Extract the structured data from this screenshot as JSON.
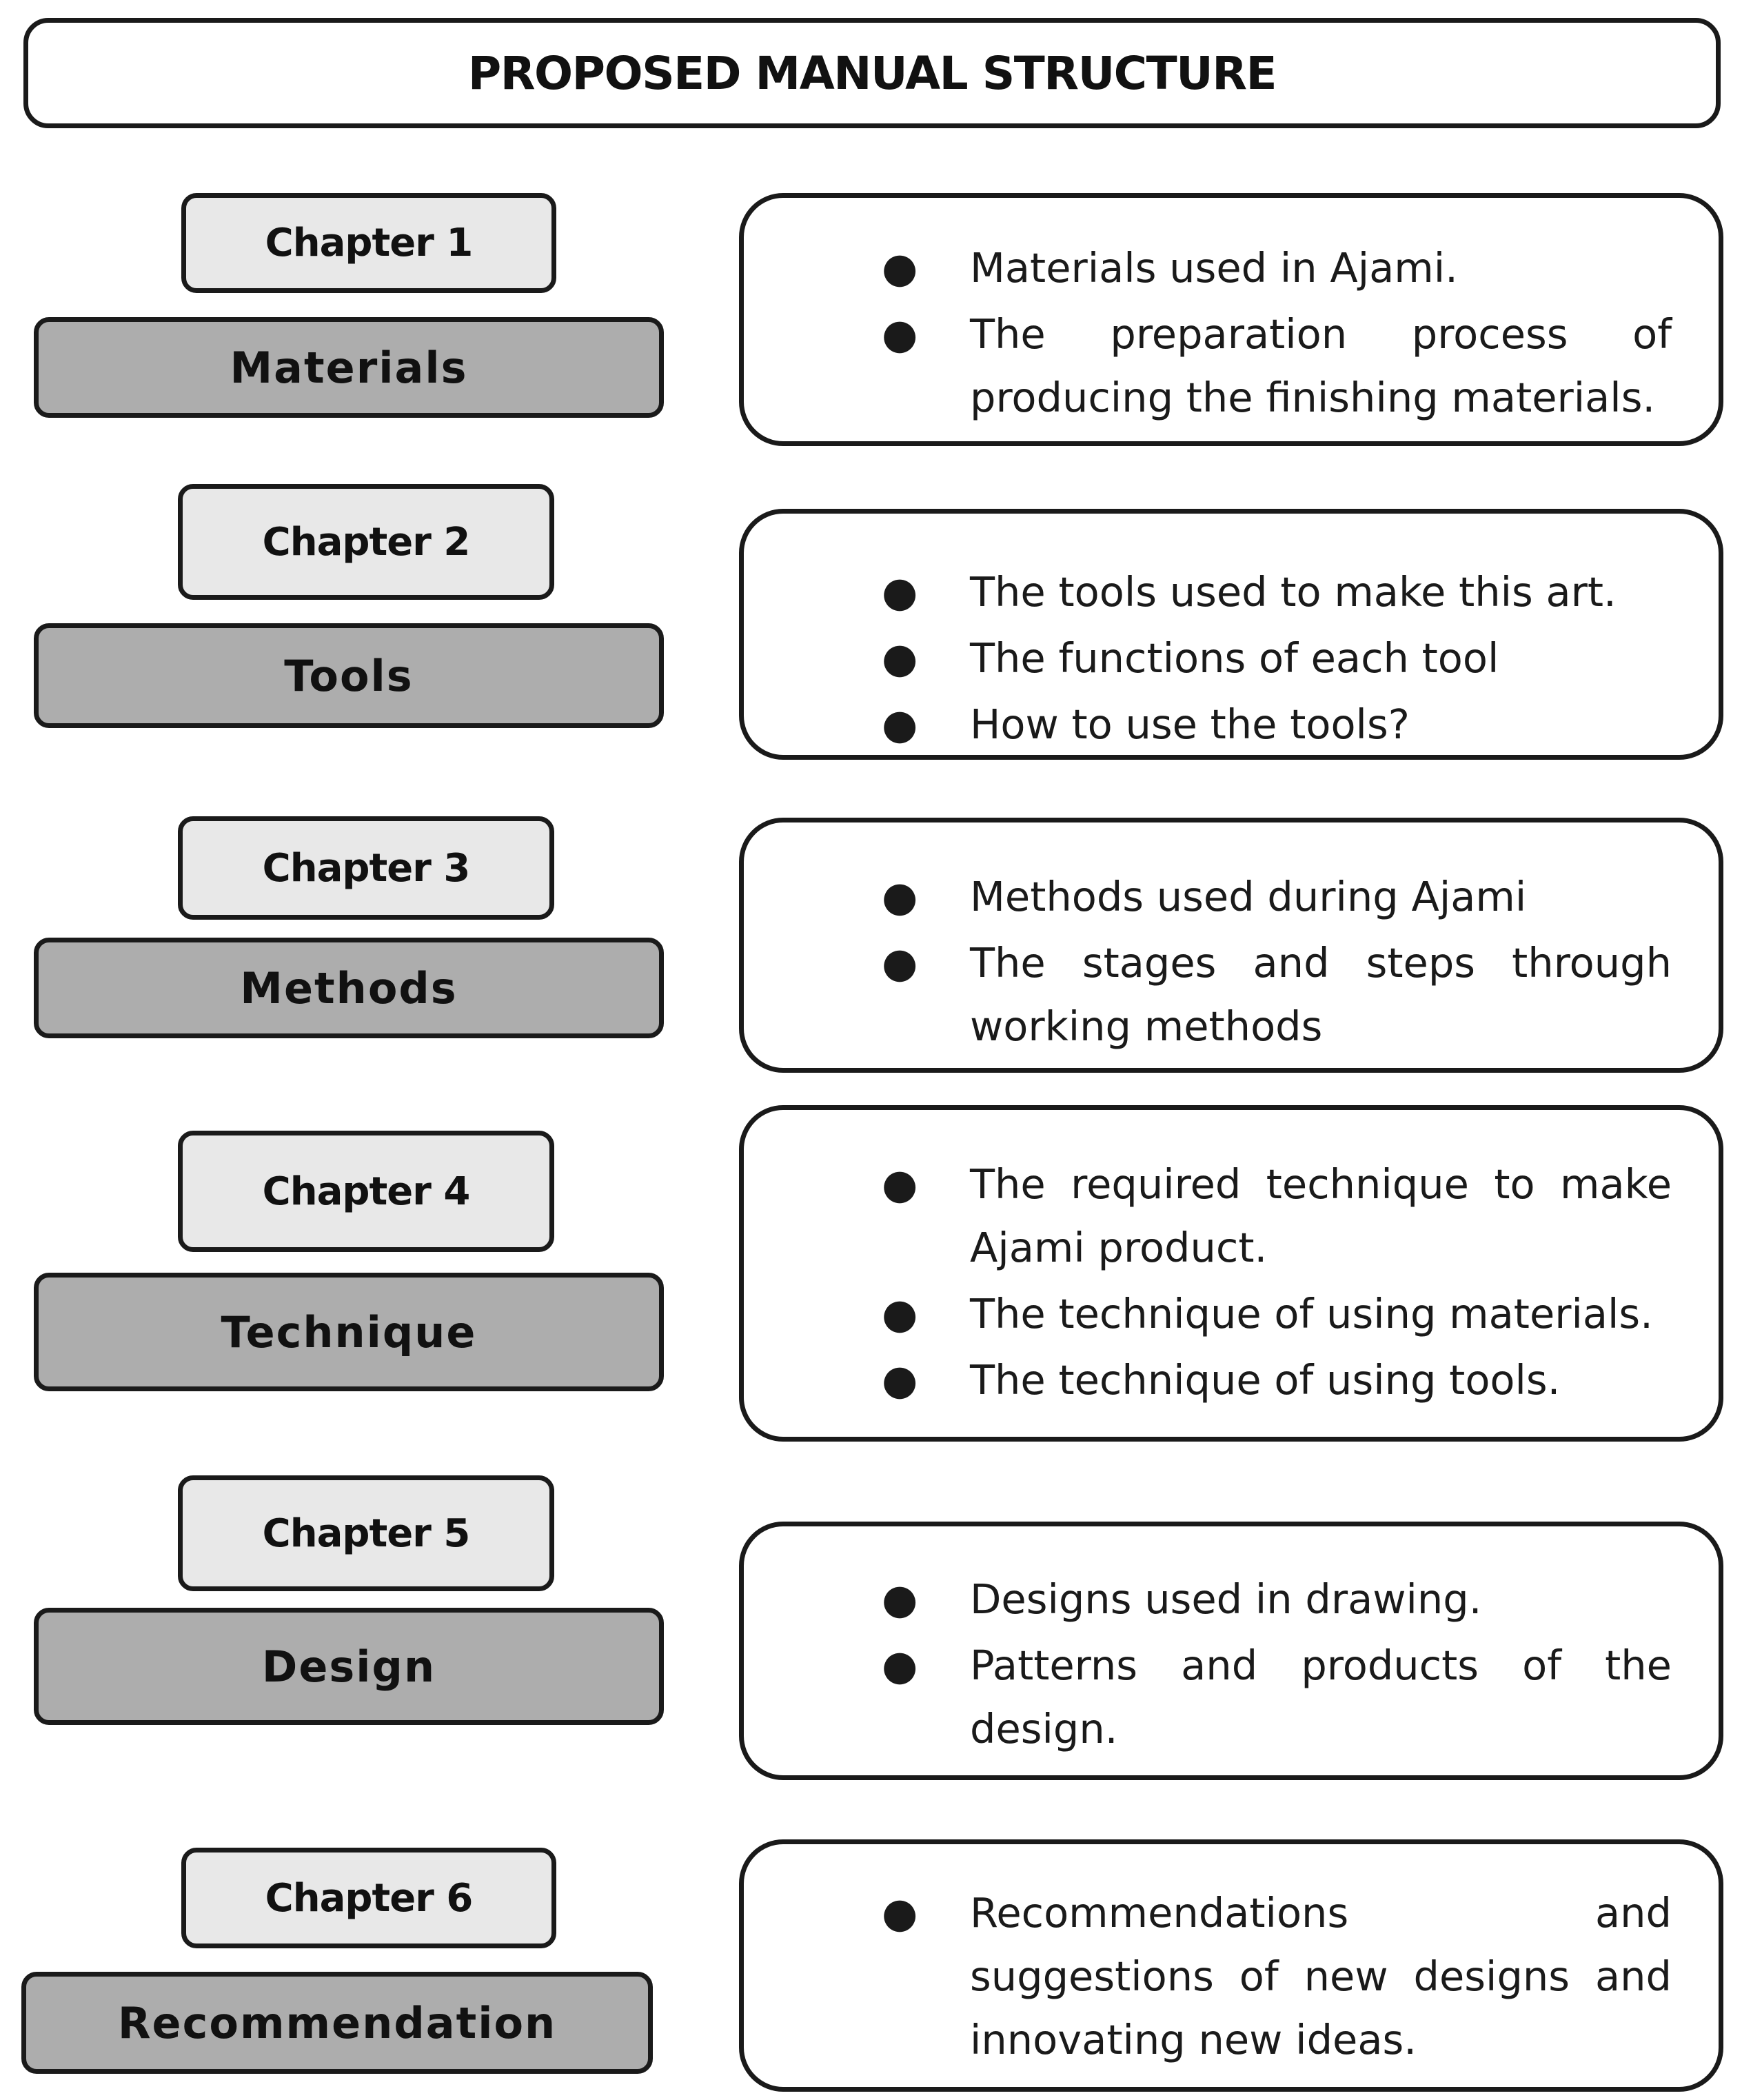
{
  "title": "PROPOSED MANUAL STRUCTURE",
  "chapters": [
    {
      "chapter": "Chapter 1",
      "topic": "Materials",
      "items": [
        "Materials used in Ajami.",
        "The preparation process of producing the finishing materials."
      ]
    },
    {
      "chapter": "Chapter 2",
      "topic": "Tools",
      "items": [
        "The tools used to make this art.",
        "The functions of each tool",
        "How to use the tools?"
      ]
    },
    {
      "chapter": "Chapter 3",
      "topic": "Methods",
      "items": [
        "Methods used during Ajami",
        "The stages and steps through working methods"
      ]
    },
    {
      "chapter": "Chapter 4",
      "topic": "Technique",
      "items": [
        "The required technique to make Ajami product.",
        "The technique of using materials.",
        "The technique of using tools."
      ]
    },
    {
      "chapter": "Chapter 5",
      "topic": "Design",
      "items": [
        "Designs used in drawing.",
        "Patterns and products of the design."
      ]
    },
    {
      "chapter": "Chapter 6",
      "topic": "Recommendation",
      "items": [
        "Recommendations and suggestions of new designs and innovating new ideas."
      ]
    }
  ]
}
